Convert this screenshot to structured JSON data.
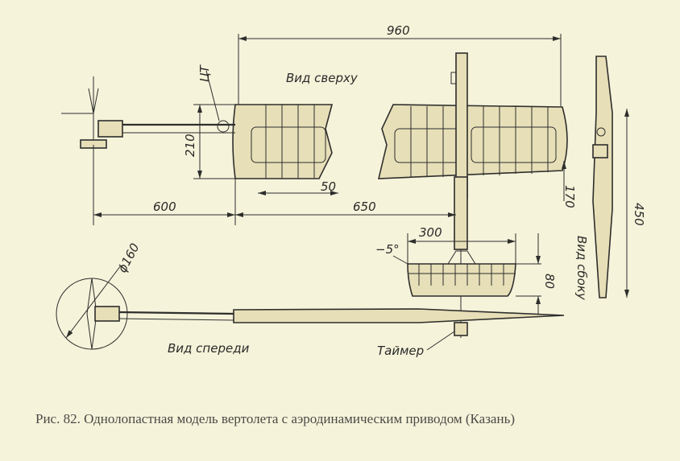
{
  "labels": {
    "top_view": "Вид сверху",
    "side_view": "Вид сбоку",
    "front_view": "Вид спереди",
    "center_of_gravity": "ЦТ",
    "timer": "Таймер"
  },
  "dimensions": {
    "span": "960",
    "chord": "210",
    "rib_spacing": "50",
    "arm": "600",
    "hub_offset": "650",
    "tip_chord": "170",
    "side_height": "450",
    "stabilizer_span": "300",
    "stabilizer_angle": "−5°",
    "stabilizer_height": "80",
    "disc_diameter": "ϕ160"
  },
  "caption": "Рис. 82. Однолопастная модель вертолета с аэродинамическим приводом (Казань)"
}
